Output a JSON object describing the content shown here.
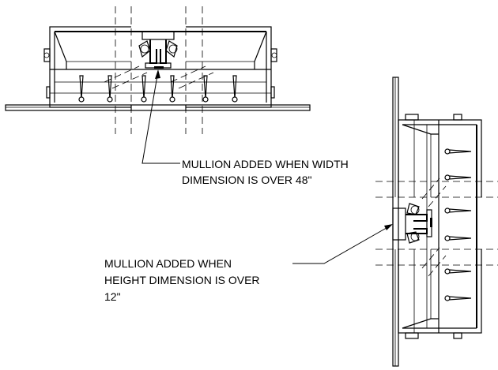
{
  "notes": {
    "width_mullion": {
      "line1": "MULLION ADDED WHEN WIDTH",
      "line2": "DIMENSION IS OVER 48\""
    },
    "height_mullion": {
      "line1": "MULLION ADDED WHEN",
      "line2": "HEIGHT DIMENSION IS OVER",
      "line3": "12\""
    }
  },
  "colors": {
    "ink": "#000000",
    "background": "#ffffff"
  }
}
